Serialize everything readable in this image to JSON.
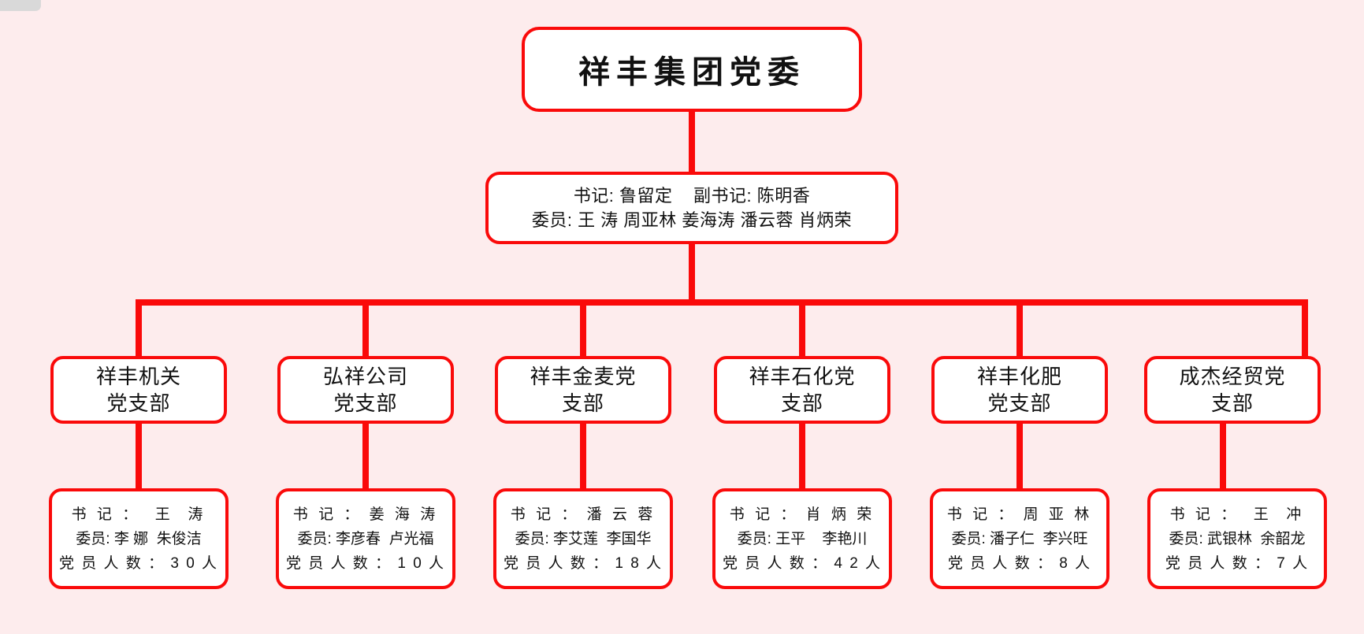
{
  "theme": {
    "page_background": "#fdeced",
    "line_color": "#fa0a0a",
    "box_fill": "#ffffff",
    "text_color": "#111111"
  },
  "root": {
    "title": "祥丰集团党委"
  },
  "leadership": {
    "line1": "书记: 鲁留定    副书记: 陈明香",
    "line2": "委员: 王 涛 周亚林 姜海涛 潘云蓉 肖炳荣"
  },
  "branches": [
    {
      "name": "祥丰机关\n党支部",
      "detail": {
        "secretary": "书 记 ：  王  涛",
        "members": "委员: 李 娜  朱俊洁",
        "count": "党 员 人 数 ： 3 0 人"
      }
    },
    {
      "name": "弘祥公司\n党支部",
      "detail": {
        "secretary": "书 记 ： 姜 海 涛",
        "members": "委员: 李彦春  卢光福",
        "count": "党 员 人 数 ： 1 0 人"
      }
    },
    {
      "name": "祥丰金麦党\n支部",
      "detail": {
        "secretary": "书 记 ： 潘 云 蓉",
        "members": "委员: 李艾莲  李国华",
        "count": "党 员 人 数 ： 1 8 人"
      }
    },
    {
      "name": "祥丰石化党\n支部",
      "detail": {
        "secretary": "书 记 ： 肖 炳 荣",
        "members": "委员: 王平    李艳川",
        "count": "党 员 人 数 ： 4 2 人"
      }
    },
    {
      "name": "祥丰化肥\n党支部",
      "detail": {
        "secretary": "书 记 ： 周 亚 林",
        "members": "委员: 潘子仁  李兴旺",
        "count": "党 员 人 数 ： 8 人"
      }
    },
    {
      "name": "成杰经贸党\n支部",
      "detail": {
        "secretary": "书 记 ：  王  冲",
        "members": "委员: 武银林  余韶龙",
        "count": "党 员 人 数 ： 7 人"
      }
    }
  ]
}
